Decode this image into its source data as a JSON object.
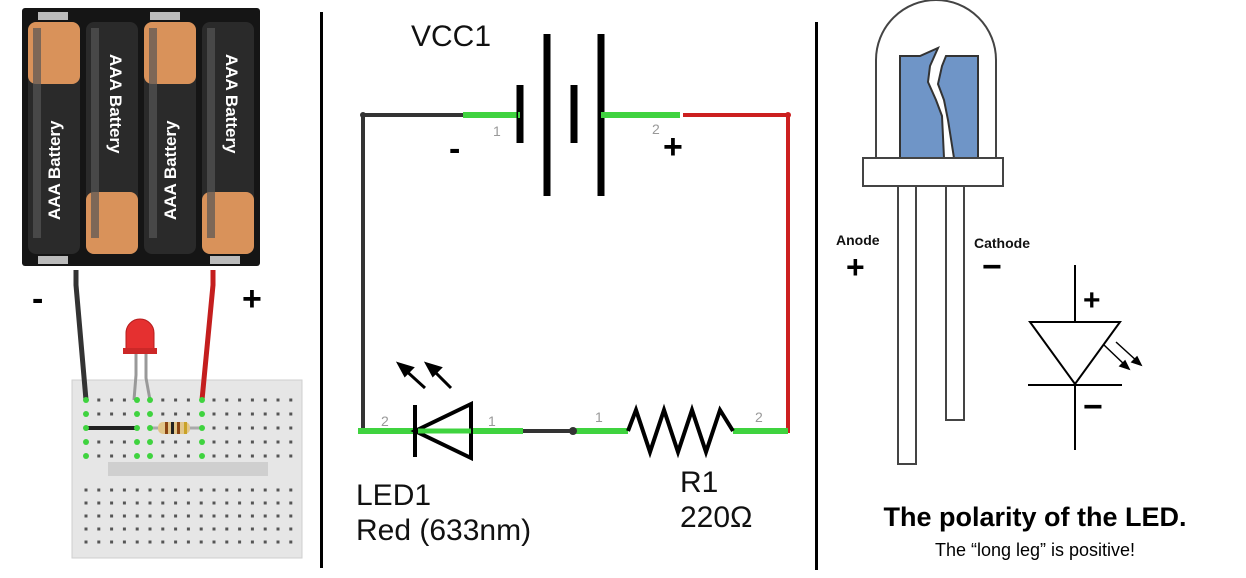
{
  "breadboard": {
    "battery_labels": [
      "AAA Battery",
      "AAA Battery",
      "AAA Battery",
      "AAA Battery"
    ],
    "minus": "-",
    "plus": "+"
  },
  "schematic": {
    "supply_name": "VCC1",
    "pin1": "1",
    "pin2": "2",
    "minus": "-",
    "plus": "+",
    "led_name": "LED1",
    "led_desc": "Red (633nm)",
    "led_pin_left": "2",
    "led_pin_right": "1",
    "res_pin_left": "1",
    "res_pin_right": "2",
    "res_name": "R1",
    "res_value": "220Ω"
  },
  "led_diagram": {
    "anode_label": "Anode",
    "anode_sign": "+",
    "cathode_label": "Cathode",
    "cathode_sign": "−",
    "symbol_plus": "+",
    "symbol_minus": "−",
    "title": "The polarity of the LED.",
    "subtitle": "The “long leg” is positive!"
  },
  "colors": {
    "wire_black": "#333333",
    "wire_red": "#cc1f1f",
    "connection_green": "#3fd33f",
    "lens_blue": "#6f95c7",
    "battery_orange": "#d9925a"
  }
}
